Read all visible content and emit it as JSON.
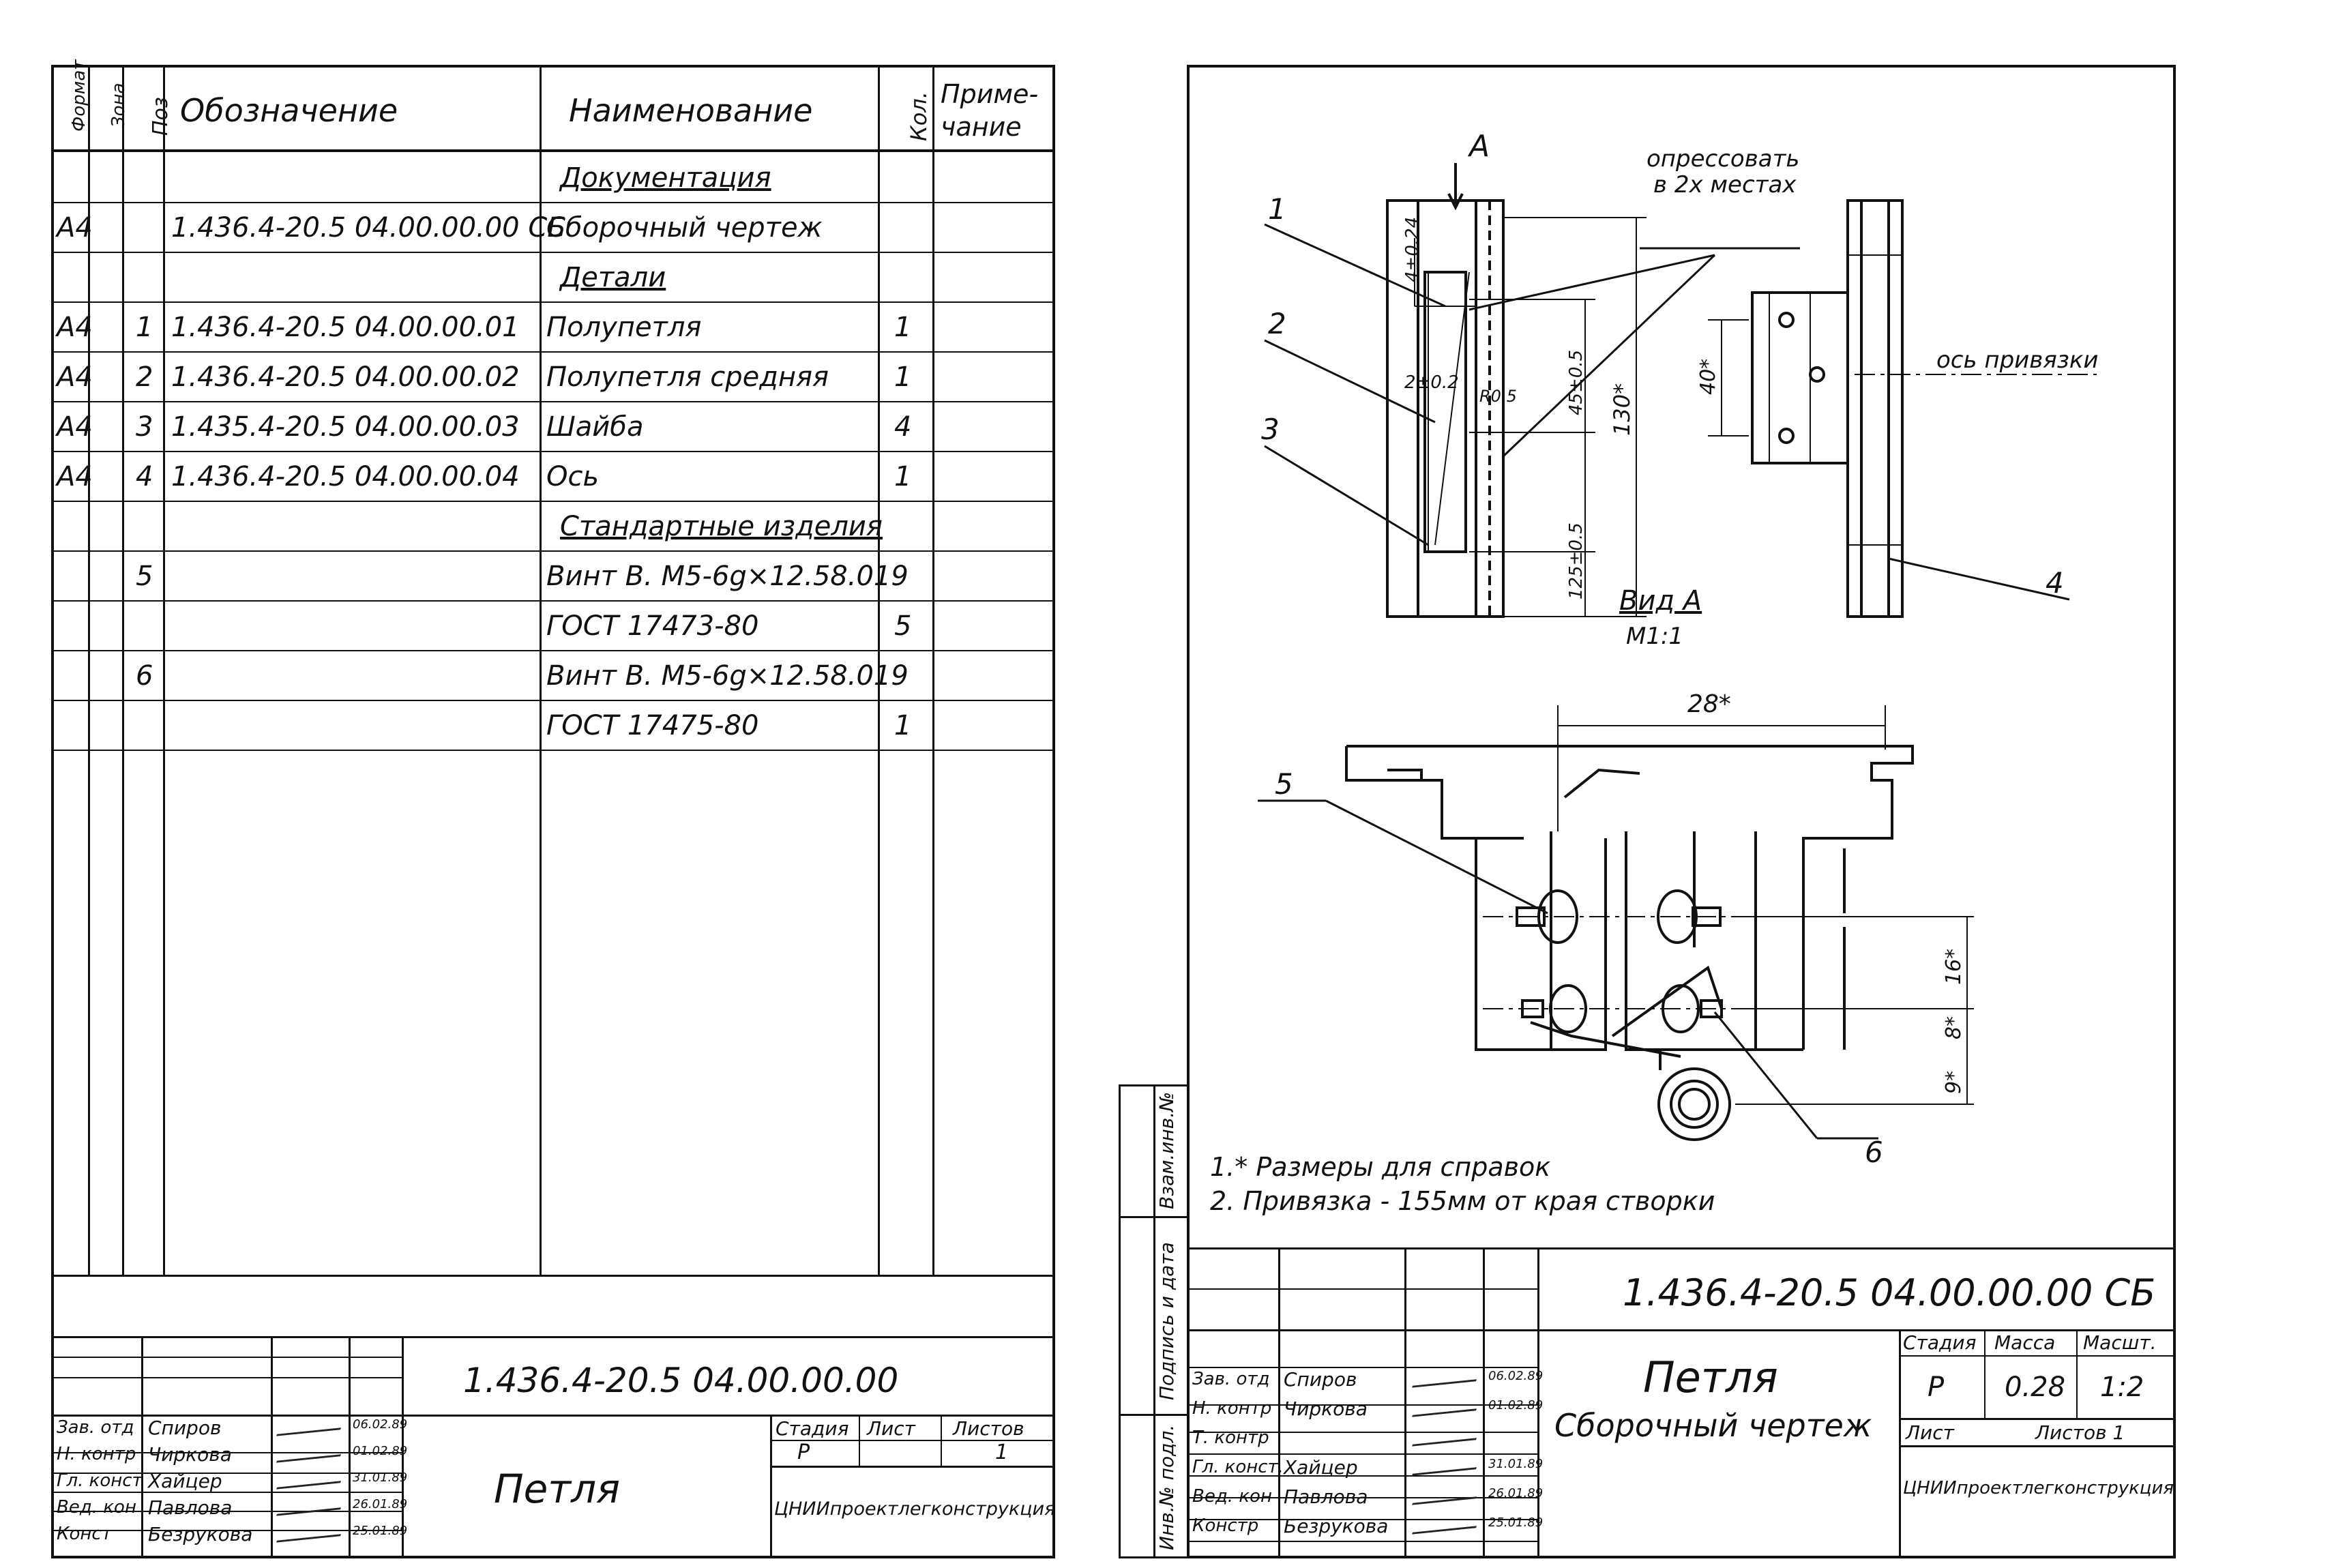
{
  "spec": {
    "headers": {
      "format": "Формат",
      "zone": "Зона",
      "pos": "Поз",
      "designation": "Обозначение",
      "name": "Наименование",
      "qty": "Кол.",
      "note_l1": "Приме-",
      "note_l2": "чание"
    },
    "rows": [
      {
        "format": "",
        "pos": "",
        "designation": "",
        "name": "Документация",
        "qty": "",
        "section": true
      },
      {
        "format": "А4",
        "pos": "",
        "designation": "1.436.4-20.5 04.00.00.00 СБ",
        "name": "Сборочный чертеж",
        "qty": ""
      },
      {
        "format": "",
        "pos": "",
        "designation": "",
        "name": "Детали",
        "qty": "",
        "section": true
      },
      {
        "format": "А4",
        "pos": "1",
        "designation": "1.436.4-20.5 04.00.00.01",
        "name": "Полупетля",
        "qty": "1"
      },
      {
        "format": "А4",
        "pos": "2",
        "designation": "1.436.4-20.5 04.00.00.02",
        "name": "Полупетля средняя",
        "qty": "1"
      },
      {
        "format": "А4",
        "pos": "3",
        "designation": "1.435.4-20.5 04.00.00.03",
        "name": "Шайба",
        "qty": "4"
      },
      {
        "format": "А4",
        "pos": "4",
        "designation": "1.436.4-20.5 04.00.00.04",
        "name": "Ось",
        "qty": "1"
      },
      {
        "format": "",
        "pos": "",
        "designation": "",
        "name": "Стандартные изделия",
        "qty": "",
        "section": true
      },
      {
        "format": "",
        "pos": "5",
        "designation": "",
        "name": "Винт В. М5-6g×12.58.019",
        "qty": ""
      },
      {
        "format": "",
        "pos": "",
        "designation": "",
        "name": "ГОСТ 17473-80",
        "qty": "5"
      },
      {
        "format": "",
        "pos": "6",
        "designation": "",
        "name": "Винт В. М5-6g×12.58.019",
        "qty": ""
      },
      {
        "format": "",
        "pos": "",
        "designation": "",
        "name": "ГОСТ 17475-80",
        "qty": "1"
      }
    ]
  },
  "left_stamp": {
    "code": "1.436.4-20.5 04.00.00.00",
    "title": "Петля",
    "stage_label": "Стадия",
    "sheet_label": "Лист",
    "sheets_label": "Листов",
    "stage": "Р",
    "sheets": "1",
    "org": "ЦНИИпроектлегконструкция",
    "people": [
      {
        "role": "Зав. отд",
        "name": "Спиров",
        "date": "06.02.89"
      },
      {
        "role": "Н. контр",
        "name": "Чиркова",
        "date": "01.02.89"
      },
      {
        "role": "Гл. конст",
        "name": "Хайцер",
        "date": "31.01.89"
      },
      {
        "role": "Вед. кон",
        "name": "Павлова",
        "date": "26.01.89"
      },
      {
        "role": "Конст",
        "name": "Безрукова",
        "date": "25.01.89"
      }
    ]
  },
  "drawing": {
    "view_a": "А",
    "callout_press_l1": "опрессовать",
    "callout_press_l2": "в 2х местах",
    "axis_label": "ось привязки",
    "view_label": "Вид А",
    "view_scale": "М1:1",
    "dims": {
      "d1": "4±0.24",
      "d2": "2±0.2",
      "d3": "R0.5",
      "d4": "45±0.5",
      "d5": "125±0.5",
      "d6": "130*",
      "d7": "40*",
      "d8": "28*",
      "d9": "16*",
      "d10": "8*",
      "d11": "9*"
    },
    "pos_labels": [
      "1",
      "2",
      "3",
      "4",
      "5",
      "6"
    ],
    "notes": [
      "1.* Размеры для справок",
      "2. Привязка - 155мм от края створки"
    ]
  },
  "side_labels": {
    "a": "Взам.инв.№",
    "b": "Подпись и дата",
    "c": "Инв.№ подл."
  },
  "right_stamp": {
    "code": "1.436.4-20.5 04.00.00.00 СБ",
    "title": "Петля",
    "subtitle": "Сборочный чертеж",
    "stage_label": "Стадия",
    "mass_label": "Масса",
    "scale_label": "Масшт.",
    "stage": "Р",
    "mass": "0.28",
    "scale": "1:2",
    "sheet_label": "Лист",
    "sheets_label": "Листов 1",
    "org": "ЦНИИпроектлегконструкция",
    "people": [
      {
        "role": "Зав. отд",
        "name": "Спиров",
        "date": "06.02.89"
      },
      {
        "role": "Н. контр",
        "name": "Чиркова",
        "date": "01.02.89"
      },
      {
        "role": "Т. контр",
        "name": "",
        "date": ""
      },
      {
        "role": "Гл. конст.",
        "name": "Хайцер",
        "date": "31.01.89"
      },
      {
        "role": "Вед. кон",
        "name": "Павлова",
        "date": "26.01.89"
      },
      {
        "role": "Констр",
        "name": "Безрукова",
        "date": "25.01.89"
      }
    ]
  }
}
